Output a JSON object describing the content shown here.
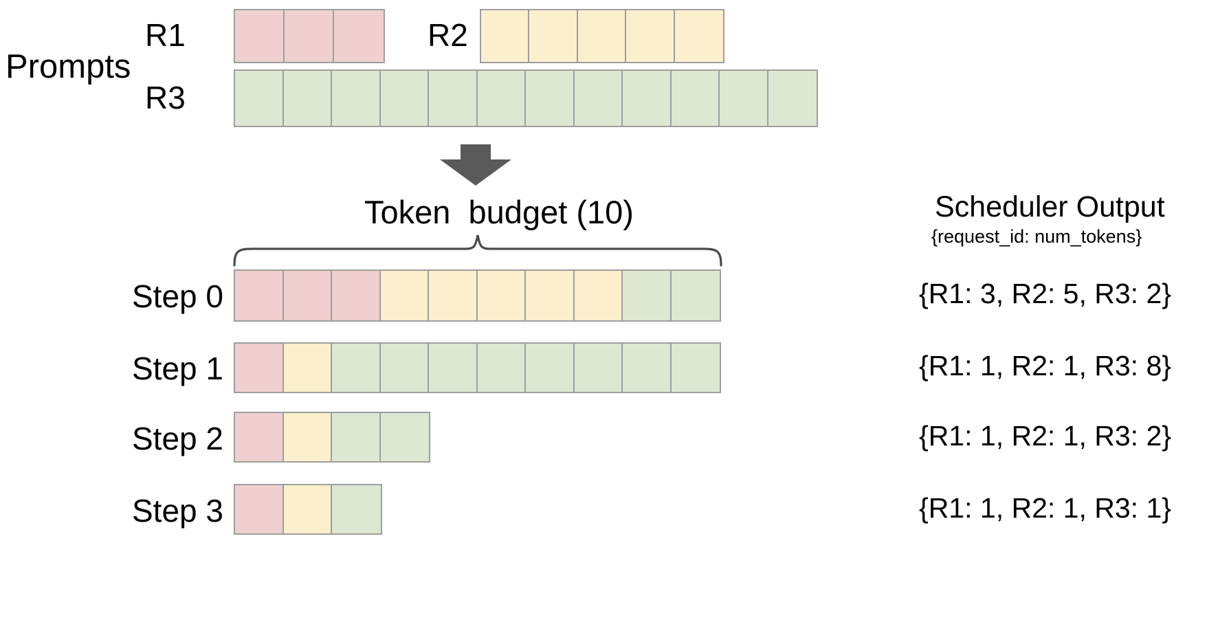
{
  "figure": {
    "prompts_label": "Prompts",
    "token_budget_label": "Token  budget (10)",
    "arrow_icon": "down-arrow-icon",
    "brace_icon": "curly-brace-icon",
    "colors": {
      "r1": "#EFCFCF",
      "r2": "#FBEFCD",
      "r3": "#DDE7D2",
      "border": "#9e9e9e",
      "arrow": "#5a5a5a",
      "brace": "#4a4a4a",
      "text": "#000000",
      "background": "#ffffff"
    }
  },
  "prompts": {
    "rows": [
      {
        "label": "R1",
        "color_key": "r1",
        "tokens": 3
      },
      {
        "label": "R2",
        "color_key": "r2",
        "tokens": 5
      },
      {
        "label": "R3",
        "color_key": "r3",
        "tokens": 12
      }
    ]
  },
  "scheduler": {
    "title": "Scheduler Output",
    "subtitle": "{request_id: num_tokens}",
    "token_budget": 10,
    "steps": [
      {
        "label": "Step 0",
        "output": "{R1: 3, R2: 5, R3: 2}",
        "segments": [
          {
            "request": "R1",
            "color_key": "r1",
            "count": 3
          },
          {
            "request": "R2",
            "color_key": "r2",
            "count": 5
          },
          {
            "request": "R3",
            "color_key": "r3",
            "count": 2
          }
        ]
      },
      {
        "label": "Step 1",
        "output": "{R1: 1, R2: 1, R3: 8}",
        "segments": [
          {
            "request": "R1",
            "color_key": "r1",
            "count": 1
          },
          {
            "request": "R2",
            "color_key": "r2",
            "count": 1
          },
          {
            "request": "R3",
            "color_key": "r3",
            "count": 8
          }
        ]
      },
      {
        "label": "Step 2",
        "output": "{R1: 1, R2: 1, R3: 2}",
        "segments": [
          {
            "request": "R1",
            "color_key": "r1",
            "count": 1
          },
          {
            "request": "R2",
            "color_key": "r2",
            "count": 1
          },
          {
            "request": "R3",
            "color_key": "r3",
            "count": 2
          }
        ]
      },
      {
        "label": "Step 3",
        "output": "{R1: 1, R2: 1, R3: 1}",
        "segments": [
          {
            "request": "R1",
            "color_key": "r1",
            "count": 1
          },
          {
            "request": "R2",
            "color_key": "r2",
            "count": 1
          },
          {
            "request": "R3",
            "color_key": "r3",
            "count": 1
          }
        ]
      }
    ]
  },
  "chart_data": {
    "type": "bar",
    "title": "Token budget (10)",
    "categories": [
      "Step 0",
      "Step 1",
      "Step 2",
      "Step 3"
    ],
    "series": [
      {
        "name": "R1",
        "values": [
          3,
          1,
          1,
          1
        ],
        "color": "#EFCFCF"
      },
      {
        "name": "R2",
        "values": [
          5,
          1,
          1,
          1
        ],
        "color": "#FBEFCD"
      },
      {
        "name": "R3",
        "values": [
          2,
          8,
          2,
          1
        ],
        "color": "#DDE7D2"
      }
    ],
    "prompt_lengths": {
      "R1": 3,
      "R2": 5,
      "R3": 12
    },
    "totals": [
      10,
      10,
      4,
      3
    ],
    "xlabel": "",
    "ylabel": "num_tokens",
    "grid": false,
    "legend": "none"
  }
}
